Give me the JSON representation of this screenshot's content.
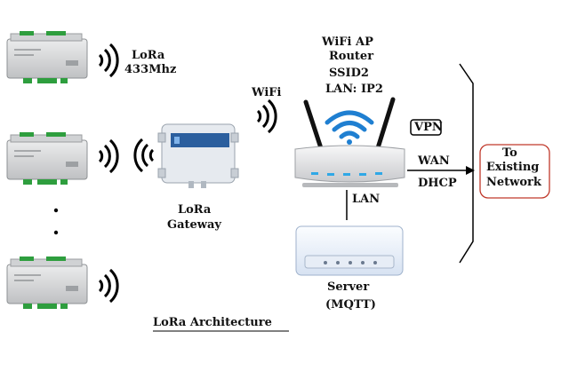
{
  "labels": {
    "lora_band_line1": "LoRa",
    "lora_band_line2": "433Mhz",
    "wifi": "WiFi",
    "router_line1": "WiFi AP",
    "router_line2": "Router",
    "router_line3": "SSID2",
    "router_line4": "LAN: IP2",
    "vpn": "VPN",
    "wan": "WAN",
    "dhcp": "DHCP",
    "lan": "LAN",
    "existing_line1": "To",
    "existing_line2": "Existing",
    "existing_line3": "Network",
    "gateway_line1": "LoRa",
    "gateway_line2": "Gateway",
    "server_line1": "Server",
    "server_line2": "(MQTT)",
    "caption": "LoRa Architecture"
  },
  "colors": {
    "node_body": "#d9dadc",
    "terminal_green": "#2e9e3e",
    "gateway_body": "#e6eaef",
    "router_body": "#e9eaec",
    "router_led": "#2fa8e6",
    "wifi_logo": "#1f7fd1",
    "existing_border": "#c0392b",
    "server_body": "#eef3fb"
  },
  "icons": [
    "lora-node-device",
    "radio-wave-icon",
    "lora-gateway-device",
    "wifi-router-device",
    "server-device"
  ]
}
